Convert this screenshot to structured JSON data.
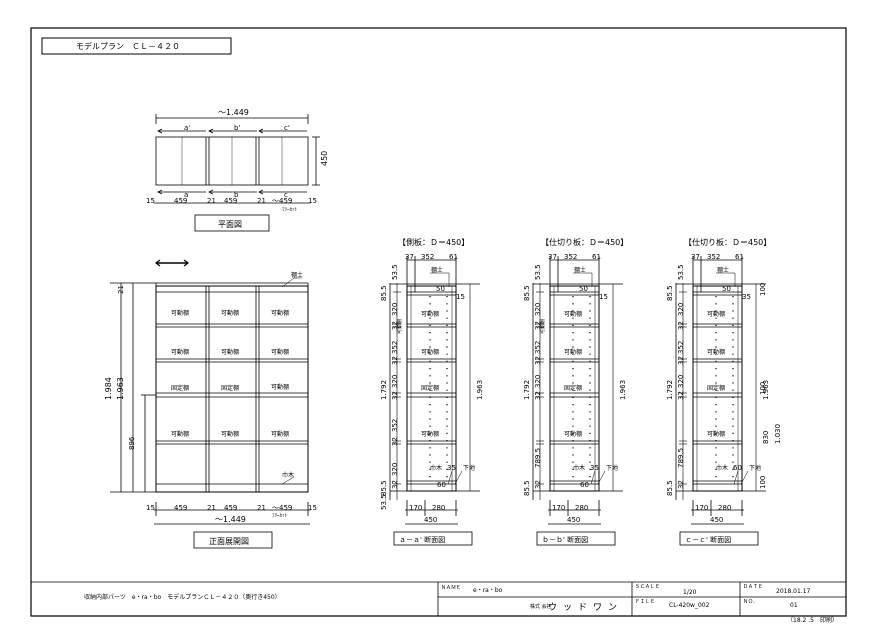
{
  "title_box": "モデルプラン　ＣＬ－４２０",
  "plan": {
    "overall": "～1.449",
    "depth": "450",
    "section_marks_top": [
      "a'",
      "b'",
      "c'"
    ],
    "section_marks_bottom": [
      "a",
      "b",
      "c"
    ],
    "widths": [
      "15",
      "459",
      "21",
      "459",
      "21",
      "～459",
      "15"
    ],
    "free_cut": "ﾌﾘｰｶｯﾄ",
    "label": "平面図"
  },
  "front": {
    "arrow": "⟷",
    "top_shelf": "棚士",
    "adj_shelf": "可動棚",
    "fixed_shelf": "固定棚",
    "bottom_label": "巾木",
    "height_total": "1.984",
    "height_inner": "1.963",
    "height_top": "21",
    "height_lower": "896",
    "widths": [
      "15",
      "459",
      "21",
      "459",
      "21",
      "～459",
      "15"
    ],
    "free_cut": "ﾌﾘｰｶｯﾄ",
    "overall": "～1.449",
    "label": "正面展開図"
  },
  "sections": [
    {
      "header": "【側板：Ｄ＝450】",
      "top_dims": [
        "37",
        "352",
        "61"
      ],
      "left_dims": [
        "53.5",
        "320",
        "32",
        "352",
        "32",
        "320",
        "32",
        "352",
        "32",
        "320",
        "32"
      ],
      "left_long": "1.792",
      "top_small": "85.5",
      "bottom_small": "85.5",
      "bottom_extra": "53.5",
      "right_long": "1.963",
      "left_mark": "可動棚",
      "small_dims": [
        "50",
        "15",
        "35",
        "60"
      ],
      "labels": [
        "棚士",
        "可動棚",
        "可動棚",
        "固定棚",
        "可動棚",
        "巾木",
        "下地"
      ],
      "bottom_dims": [
        "170",
        "280"
      ],
      "depth": "450",
      "label": "ａ－ａ' 断面図"
    },
    {
      "header": "【仕切り板：Ｄ＝450】",
      "top_dims": [
        "37",
        "352",
        "61"
      ],
      "left_dims": [
        "53.5",
        "320",
        "32",
        "352",
        "32",
        "320",
        "32",
        "789.5",
        "32"
      ],
      "left_long": "1.792",
      "top_small": "85.5",
      "bottom_small": "85.5",
      "right_long": "1.963",
      "left_mark": "可動棚",
      "small_dims": [
        "50",
        "15",
        "35",
        "60"
      ],
      "labels": [
        "棚士",
        "可動棚",
        "可動棚",
        "固定棚",
        "可動棚",
        "巾木",
        "下地"
      ],
      "bottom_dims": [
        "170",
        "280"
      ],
      "depth": "450",
      "label": "ｂ－ｂ' 断面図"
    },
    {
      "header": "【仕切り板：Ｄ＝450】",
      "top_dims": [
        "37",
        "352",
        "61"
      ],
      "left_dims": [
        "53.5",
        "320",
        "32",
        "352",
        "32",
        "320",
        "32",
        "789.5",
        "32"
      ],
      "left_long": "1.792",
      "top_small": "85.5",
      "bottom_small": "85.5",
      "right_dims": [
        "100",
        "100",
        "830",
        "1.030",
        "100"
      ],
      "right_long": "1.963",
      "small_dims": [
        "50",
        "35",
        "60"
      ],
      "labels": [
        "棚士",
        "可動棚",
        "可動棚",
        "固定棚",
        "可動棚",
        "巾木",
        "下地"
      ],
      "bottom_dims": [
        "170",
        "280"
      ],
      "depth": "450",
      "label": "ｃ－ｃ' 断面図"
    }
  ],
  "title_block": {
    "product": "収納内部パーツ　e・ra・bo　モデルプランＣＬ－４２０（奥行き450）",
    "name_label": "ＮＡＭＥ",
    "name_value": "e・ra・bo",
    "company_label": "株式\n会社",
    "company": "ウッドワン",
    "scale_label": "ＳＣＡＬＥ",
    "scale": "1/20",
    "file_label": "ＦＩＬＥ",
    "file": "CL-420w_002",
    "date_label": "ＤＡＴＥ",
    "date": "2018.01.17",
    "no_label": "ＮＯ．",
    "no": "01",
    "footer": "（18.2 .5　印刷）"
  }
}
